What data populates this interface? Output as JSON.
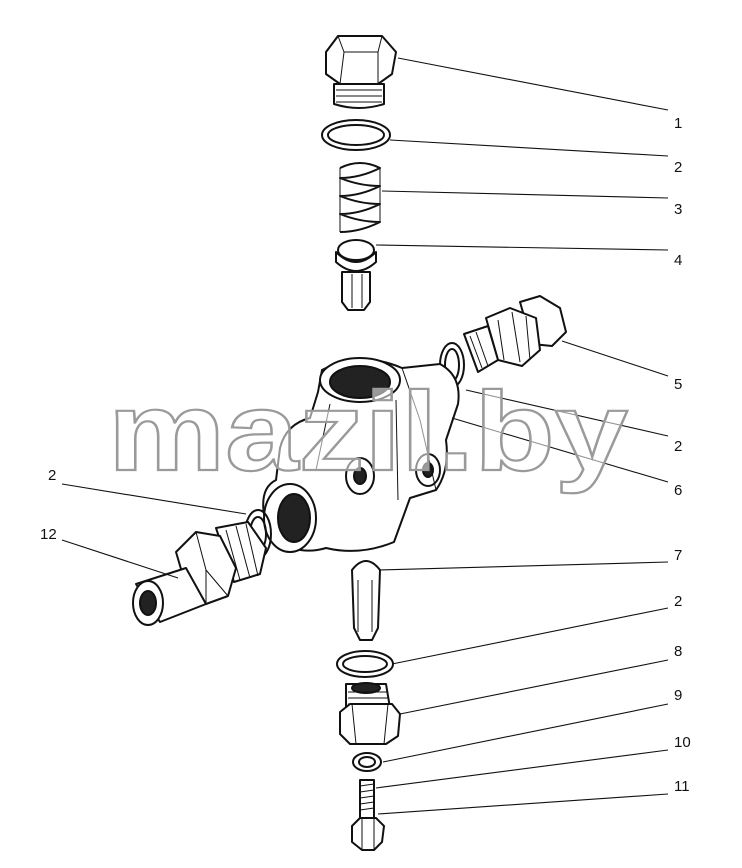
{
  "watermark": "mazil.by",
  "callouts": [
    {
      "id": "c1",
      "label": "1"
    },
    {
      "id": "c2a",
      "label": "2"
    },
    {
      "id": "c3",
      "label": "3"
    },
    {
      "id": "c4",
      "label": "4"
    },
    {
      "id": "c5",
      "label": "5"
    },
    {
      "id": "c2b",
      "label": "2"
    },
    {
      "id": "c6",
      "label": "6"
    },
    {
      "id": "c2c",
      "label": "2"
    },
    {
      "id": "c12",
      "label": "12"
    },
    {
      "id": "c7",
      "label": "7"
    },
    {
      "id": "c2d",
      "label": "2"
    },
    {
      "id": "c8",
      "label": "8"
    },
    {
      "id": "c9",
      "label": "9"
    },
    {
      "id": "c10",
      "label": "10"
    },
    {
      "id": "c11",
      "label": "11"
    }
  ]
}
